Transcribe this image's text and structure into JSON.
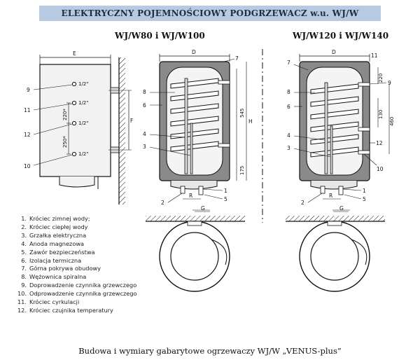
{
  "header": {
    "title": "ELEKTRYCZNY POJEMNOŚCIOWY PODGRZEWACZ  w.u.  WJ/W"
  },
  "models": {
    "left": "WJ/W80 i WJ/W100",
    "right": "WJ/W120 i WJ/W140"
  },
  "front_view": {
    "dim_e": "E",
    "dim_f": "F",
    "ports": [
      {
        "num": "9",
        "size": "1/2\""
      },
      {
        "num": "11",
        "size": "1/2\""
      },
      {
        "num": "12",
        "size": "1/2\""
      },
      {
        "num": "10",
        "size": "1/2\""
      }
    ],
    "spacing_upper": "220*",
    "spacing_lower": "250*"
  },
  "section_left": {
    "dim_d": "D",
    "dim_h": "H",
    "dim_545": "545",
    "dim_175": "175",
    "dim_r": "R",
    "dim_g": "G",
    "callouts": [
      "7",
      "8",
      "6",
      "4",
      "3",
      "2",
      "1",
      "5"
    ]
  },
  "section_right": {
    "dim_d": "D",
    "dim_220": "220",
    "dim_130": "130",
    "dim_460": "460",
    "dim_r": "R",
    "dim_g": "G",
    "callouts": [
      "11",
      "7",
      "8",
      "6",
      "9",
      "12",
      "4",
      "3",
      "10",
      "2",
      "1",
      "5"
    ]
  },
  "legend": [
    {
      "num": "1.",
      "text": "Króciec zimnej wody;"
    },
    {
      "num": "2.",
      "text": "Króciec ciepłej wody"
    },
    {
      "num": "3.",
      "text": "Grzałka elektryczna"
    },
    {
      "num": "4.",
      "text": "Anoda magnezowa"
    },
    {
      "num": "5.",
      "text": "Zawór bezpieczeństwa"
    },
    {
      "num": "6.",
      "text": "Izolacja termiczna"
    },
    {
      "num": "7.",
      "text": "Górna pokrywa obudowy"
    },
    {
      "num": "8.",
      "text": "Wężownica spiralna"
    },
    {
      "num": "9.",
      "text": "Doprowadzenie czynnika grzewczego"
    },
    {
      "num": "10.",
      "text": "Odprowadzenie czynnika grzewczego"
    },
    {
      "num": "11.",
      "text": "Króciec cyrkulacji"
    },
    {
      "num": "12.",
      "text": "Króciec czujnika temperatury"
    }
  ],
  "caption": "Budowa i wymiary gabarytowe ogrzewaczy WJ/W „VENUS-plus”",
  "colors": {
    "banner": "#b8c9e2",
    "tank_shell": "#8a8a8a",
    "tank_inner": "#f4f4f4",
    "line": "#1a1a1a"
  }
}
